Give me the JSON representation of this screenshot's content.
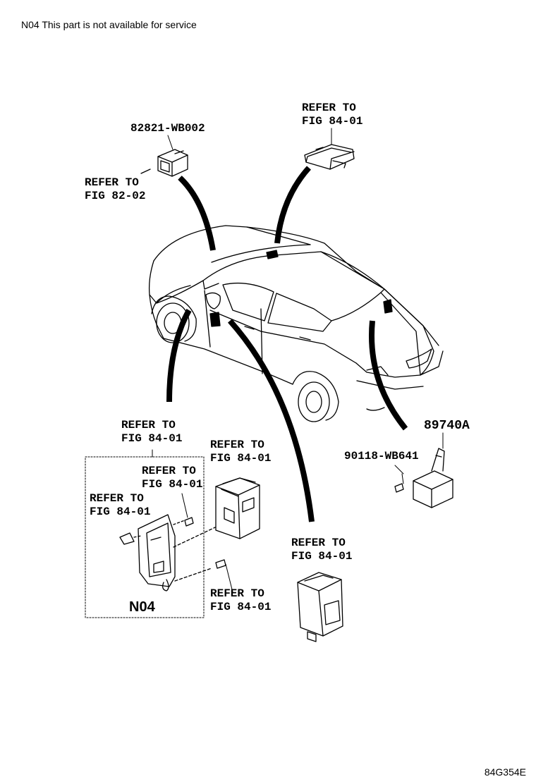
{
  "header_note": "N04 This part is not available for service",
  "illustration_code": "84G354E",
  "part_numbers": {
    "connector": "82821-WB002",
    "module_rear": "89740A",
    "bolt": "90118-WB641",
    "bracket": "N04"
  },
  "refer_labels": {
    "l1": {
      "line1": "REFER TO",
      "line2": "FIG 82-02"
    },
    "l2": {
      "line1": "REFER TO",
      "line2": "FIG 84-01"
    },
    "l3": {
      "line1": "REFER TO",
      "line2": "FIG 84-01"
    },
    "l4": {
      "line1": "REFER TO",
      "line2": "FIG 84-01"
    },
    "l5": {
      "line1": "REFER TO",
      "line2": "FIG 84-01"
    },
    "l6": {
      "line1": "REFER TO",
      "line2": "FIG 84-01"
    },
    "l7": {
      "line1": "REFER TO",
      "line2": "FIG 84-01"
    },
    "l8": {
      "line1": "REFER TO",
      "line2": "FIG 84-01"
    }
  }
}
